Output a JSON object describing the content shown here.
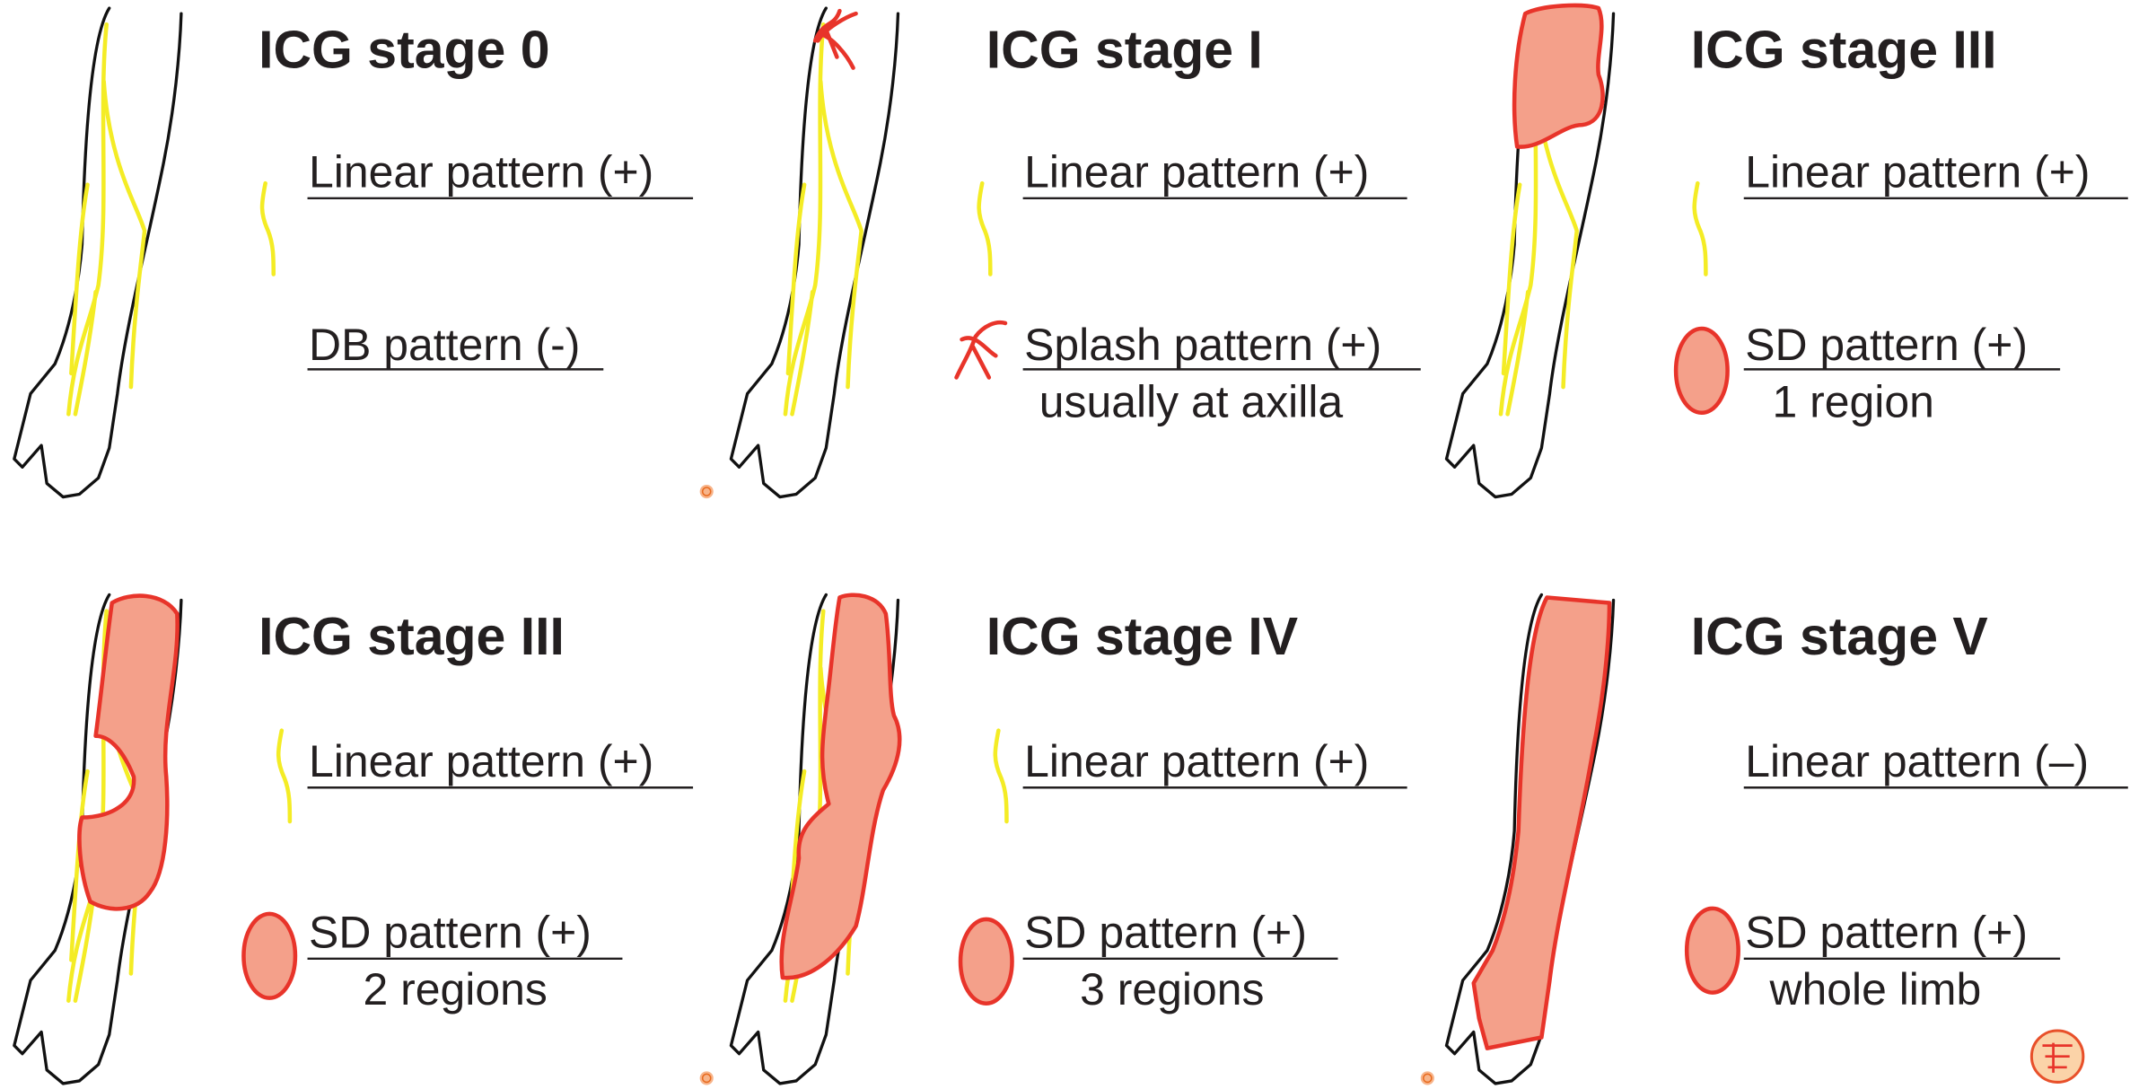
{
  "colors": {
    "linear": "#f4ec25",
    "sd_fill": "#f4a08a",
    "sd_stroke": "#e8342a",
    "text": "#231f20"
  },
  "icons": {
    "linear": "yellow-line-icon",
    "splash": "red-splash-icon",
    "sd": "red-ellipse-icon",
    "stamp": "seal-stamp-icon"
  },
  "panels": [
    {
      "title": "ICG stage 0",
      "line1": "Linear pattern (+)",
      "line2": "DB pattern (-)",
      "sub": ""
    },
    {
      "title": "ICG stage I",
      "line1": "Linear pattern (+)",
      "line2": "Splash pattern (+)",
      "sub": "usually at axilla"
    },
    {
      "title": "ICG stage III",
      "line1": "Linear pattern (+)",
      "line2": "SD pattern (+)",
      "sub": "1 region"
    },
    {
      "title": "ICG stage III",
      "line1": "Linear pattern (+)",
      "line2": "SD pattern (+)",
      "sub": "2 regions"
    },
    {
      "title": "ICG stage IV",
      "line1": "Linear pattern (+)",
      "line2": "SD pattern (+)",
      "sub": "3 regions"
    },
    {
      "title": "ICG stage V",
      "line1": "Linear pattern (–)",
      "line2": "SD pattern (+)",
      "sub": "whole limb"
    }
  ]
}
